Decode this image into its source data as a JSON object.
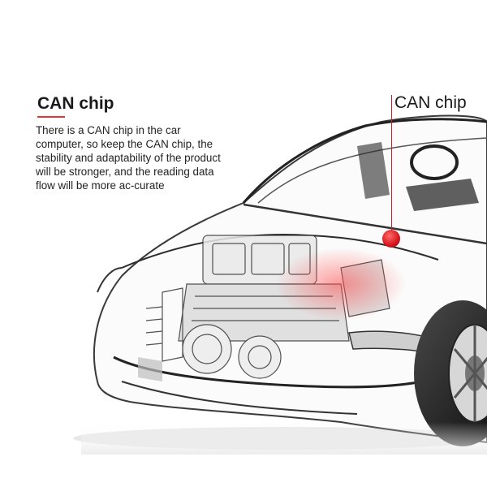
{
  "heading": {
    "title": "CAN chip",
    "description": "There is a CAN chip in the car computer, so keep the CAN chip, the stability and adaptability of the product will be stronger, and the reading data flow will be more ac-curate"
  },
  "callout": {
    "label": "CAN chip"
  },
  "colors": {
    "accent": "#e8332e",
    "callout_line": "#c0232a",
    "chip": "#d6151b"
  }
}
